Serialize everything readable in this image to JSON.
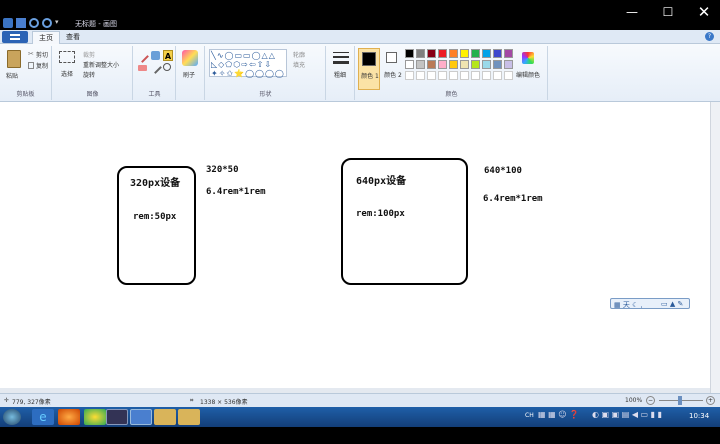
{
  "window": {
    "title": "无标题 - 画图",
    "minimize_icon": "minimize-icon",
    "maximize_icon": "maximize-icon",
    "close_icon": "close-icon"
  },
  "tabs": {
    "home": "主页",
    "view": "查看"
  },
  "ribbon": {
    "clipboard": {
      "paste": "粘贴",
      "cut": "剪切",
      "copy": "复制",
      "label": "剪贴板"
    },
    "image": {
      "select": "选择",
      "crop": "裁剪",
      "resize": "重新调整大小",
      "rotate": "旋转",
      "label": "图像"
    },
    "tools": {
      "label": "工具"
    },
    "brushes": {
      "label": "刷子"
    },
    "shapes": {
      "outline": "轮廓",
      "fill": "填充",
      "label": "形状"
    },
    "size": {
      "label": "粗细"
    },
    "colors": {
      "color1": "颜色 1",
      "color2": "颜色 2",
      "edit": "编辑颜色",
      "label": "颜色",
      "color1_value": "#000000",
      "color2_value": "#ffffff",
      "palette_row1": [
        "#000000",
        "#7f7f7f",
        "#880015",
        "#ed1c24",
        "#ff7f27",
        "#fff200",
        "#22b14c",
        "#00a2e8",
        "#3f48cc",
        "#a349a4"
      ],
      "palette_row2": [
        "#ffffff",
        "#c3c3c3",
        "#b97a57",
        "#ffaec9",
        "#ffc90e",
        "#efe4b0",
        "#b5e61d",
        "#99d9ea",
        "#7092be",
        "#c8bfe7"
      ]
    }
  },
  "canvas": {
    "left_box": {
      "title": "320px设备",
      "rem": "rem:50px"
    },
    "left_note": {
      "size": "320*50",
      "rem": "6.4rem*1rem"
    },
    "right_box": {
      "title": "640px设备",
      "rem": "rem:100px"
    },
    "right_note": {
      "size": "640*100",
      "rem": "6.4rem*1rem"
    }
  },
  "statusbar": {
    "cursor": "779, 327像素",
    "dimensions": "1338 × 536像素",
    "zoom": "100%"
  },
  "taskbar": {
    "time": "10:34",
    "lang": "CH"
  }
}
